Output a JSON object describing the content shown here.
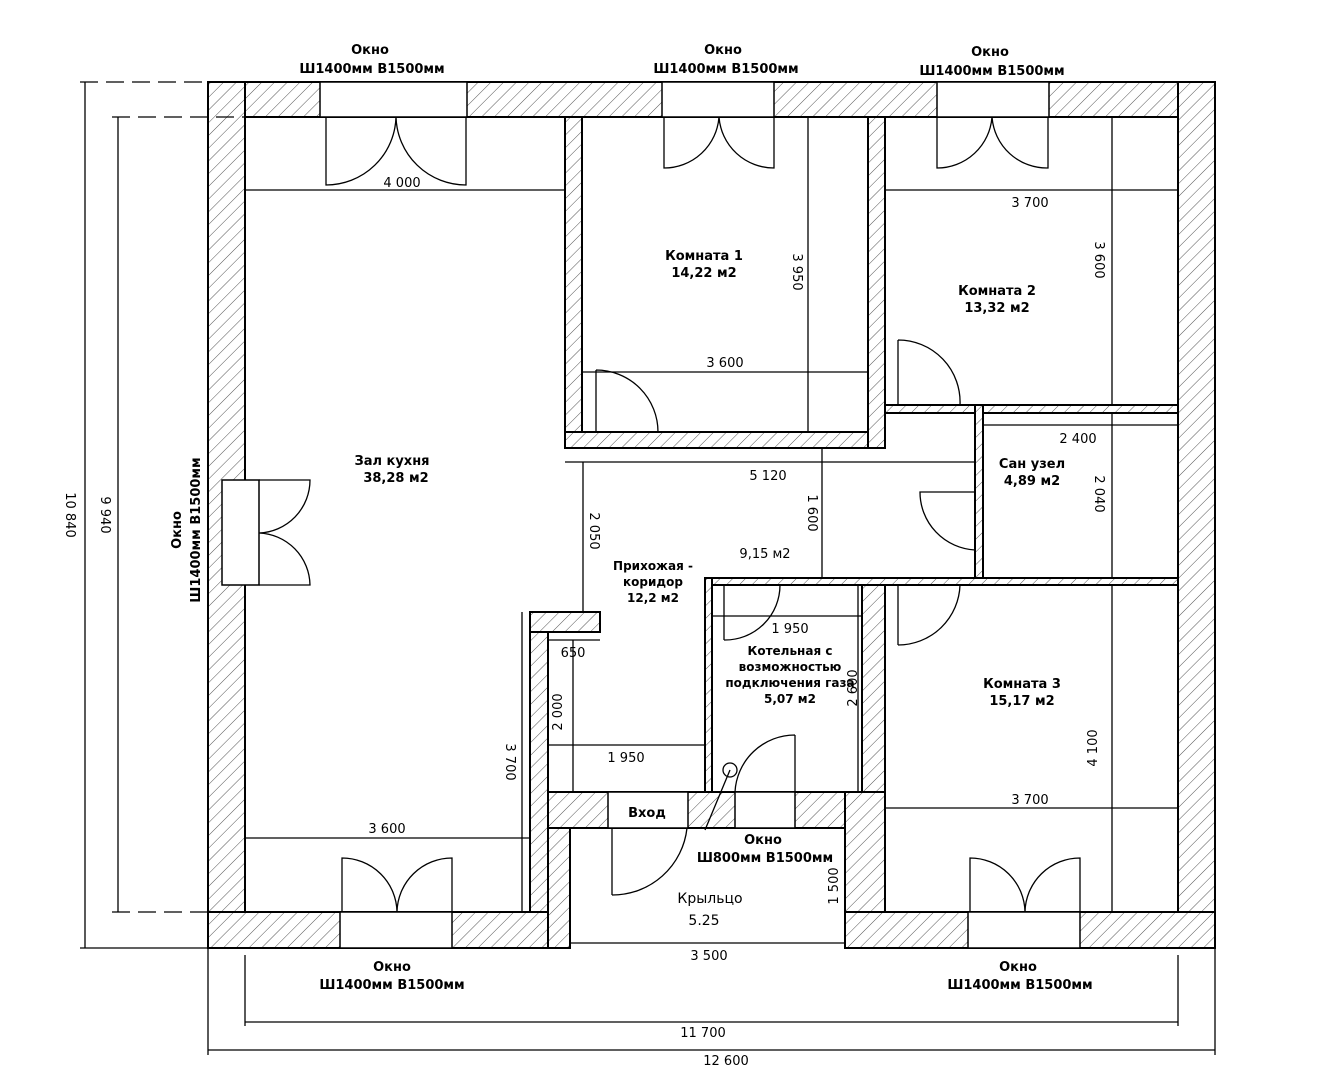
{
  "windows": {
    "label": "Окно",
    "size_1400": "Ш1400мм  В1500мм",
    "size_800": "Ш800мм  В1500мм"
  },
  "rooms": {
    "hall": {
      "name": "Зал кухня",
      "area": "38,28 м2"
    },
    "room1": {
      "name": "Комната 1",
      "area": "14,22 м2"
    },
    "room2": {
      "name": "Комната 2",
      "area": "13,32 м2"
    },
    "bath": {
      "name": "Сан узел",
      "area": "4,89 м2"
    },
    "corridor": {
      "name1": "Прихожая -",
      "name2": "коридор",
      "area": "12,2 м2",
      "sub_area": "9,15 м2"
    },
    "boiler": {
      "l1": "Котельная с",
      "l2": "возможностью",
      "l3": "подключения газа",
      "area": "5,07 м2"
    },
    "room3": {
      "name": "Комната 3",
      "area": "15,17 м2"
    },
    "entry": "Вход",
    "porch": {
      "name": "Крыльцо",
      "area": "5.25"
    }
  },
  "dims": {
    "hall_w": "4 000",
    "room1_w": "3 600",
    "room1_h": "3 950",
    "room2_w": "3 700",
    "room2_h": "3 600",
    "bath_w": "2 400",
    "bath_h": "2 040",
    "corr_w": "5 120",
    "corr_h": "1 600",
    "corr_v": "2 050",
    "boiler_w": "1 950",
    "closet_d": "650",
    "closet_h": "2 000",
    "boiler_h": "2 600",
    "closet_w": "1 950",
    "hall_lower_h": "3 700",
    "hall_bottom_w": "3 600",
    "room3_w": "3 700",
    "room3_h": "4 100",
    "porch_h": "1 500",
    "porch_w": "3 500",
    "inner_w": "11 700",
    "outer_w": "12 600",
    "outer_h": "10 840",
    "inner_h": "9 940"
  }
}
